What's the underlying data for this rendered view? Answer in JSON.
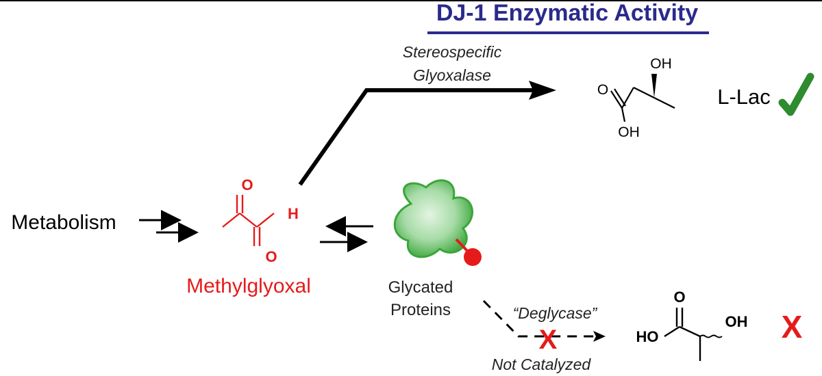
{
  "title": "DJ-1 Enzymatic Activity",
  "upper_reaction": {
    "label_line1": "Stereospecific",
    "label_line2": "Glyoxalase",
    "product_oh_top": "OH",
    "product_o": "O",
    "product_oh_bottom": "OH",
    "product_name": "L-Lac",
    "result_icon": "green-checkmark-icon"
  },
  "substrate": {
    "source": "Metabolism",
    "atom_o1": "O",
    "atom_h": "H",
    "atom_o2": "O",
    "name": "Methylglyoxal"
  },
  "glycation": {
    "label_line1": "Glycated",
    "label_line2": "Proteins"
  },
  "lower_reaction": {
    "label": "“Deglycase”",
    "label_not": "Not Catalyzed",
    "block_mark": "X",
    "product_o": "O",
    "product_ho": "HO",
    "product_oh": "OH",
    "result_mark": "X"
  },
  "colors": {
    "title": "#2a2a8c",
    "red": "#e51b1b",
    "green": "#2e8b2e",
    "protein": "#5fbf5f"
  }
}
